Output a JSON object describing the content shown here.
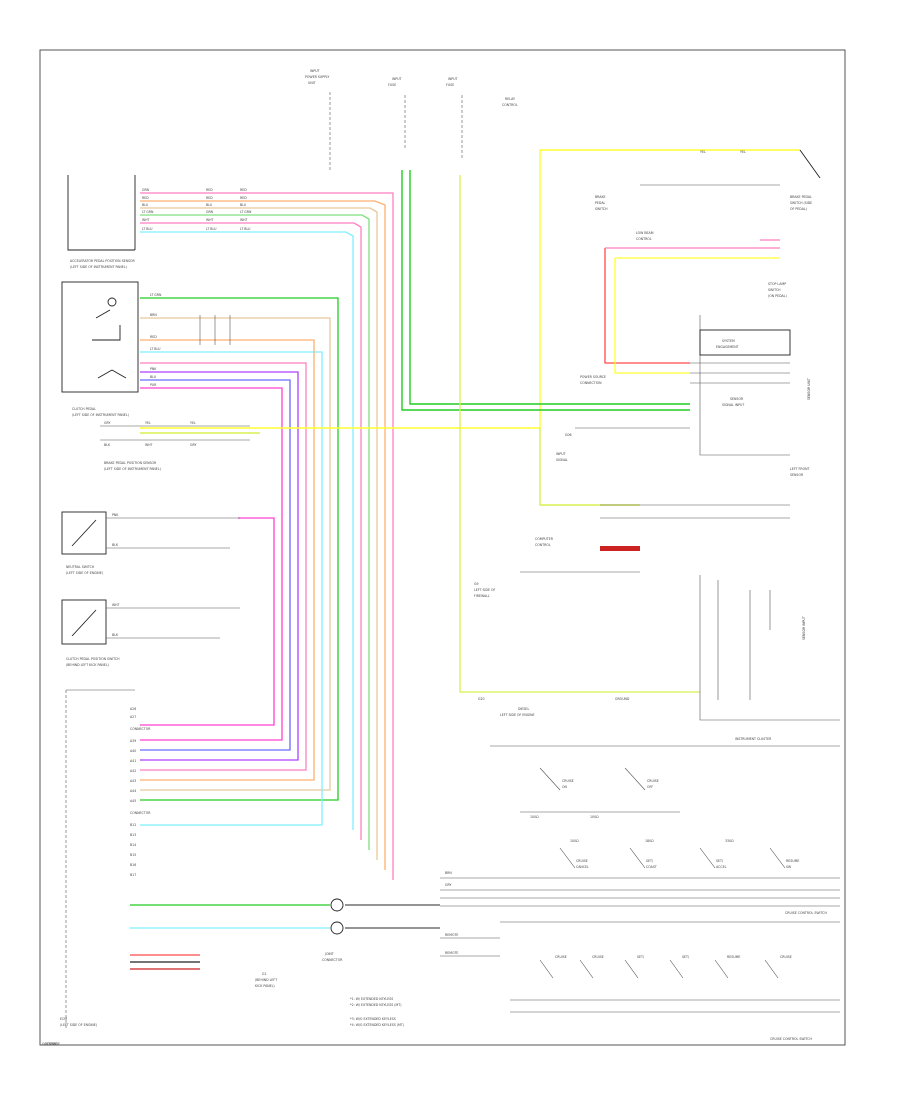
{
  "colors": {
    "pink": "#ff7fbf",
    "red": "#ff4a4a",
    "orange": "#ffb070",
    "tan": "#e8c89a",
    "green": "#22cc22",
    "light_green": "#7fdf7f",
    "cyan": "#7fefff",
    "blue": "#6a6aff",
    "purple": "#b040ff",
    "magenta": "#ff40d0",
    "yellow": "#ffff30",
    "yellow_green": "#d8f050",
    "dark_red": "#cc2222",
    "black": "#222222",
    "gray": "#888888",
    "border": "#333333"
  },
  "footer": {
    "code": "G0756DE"
  },
  "labels": {
    "instrument_cluster": "INSTRUMENT CLUSTER",
    "cruise_control_switch": "CRUISE CONTROL SWITCH",
    "ecm_label": "ECM",
    "sensor_unit": "SENSOR UNIT"
  }
}
